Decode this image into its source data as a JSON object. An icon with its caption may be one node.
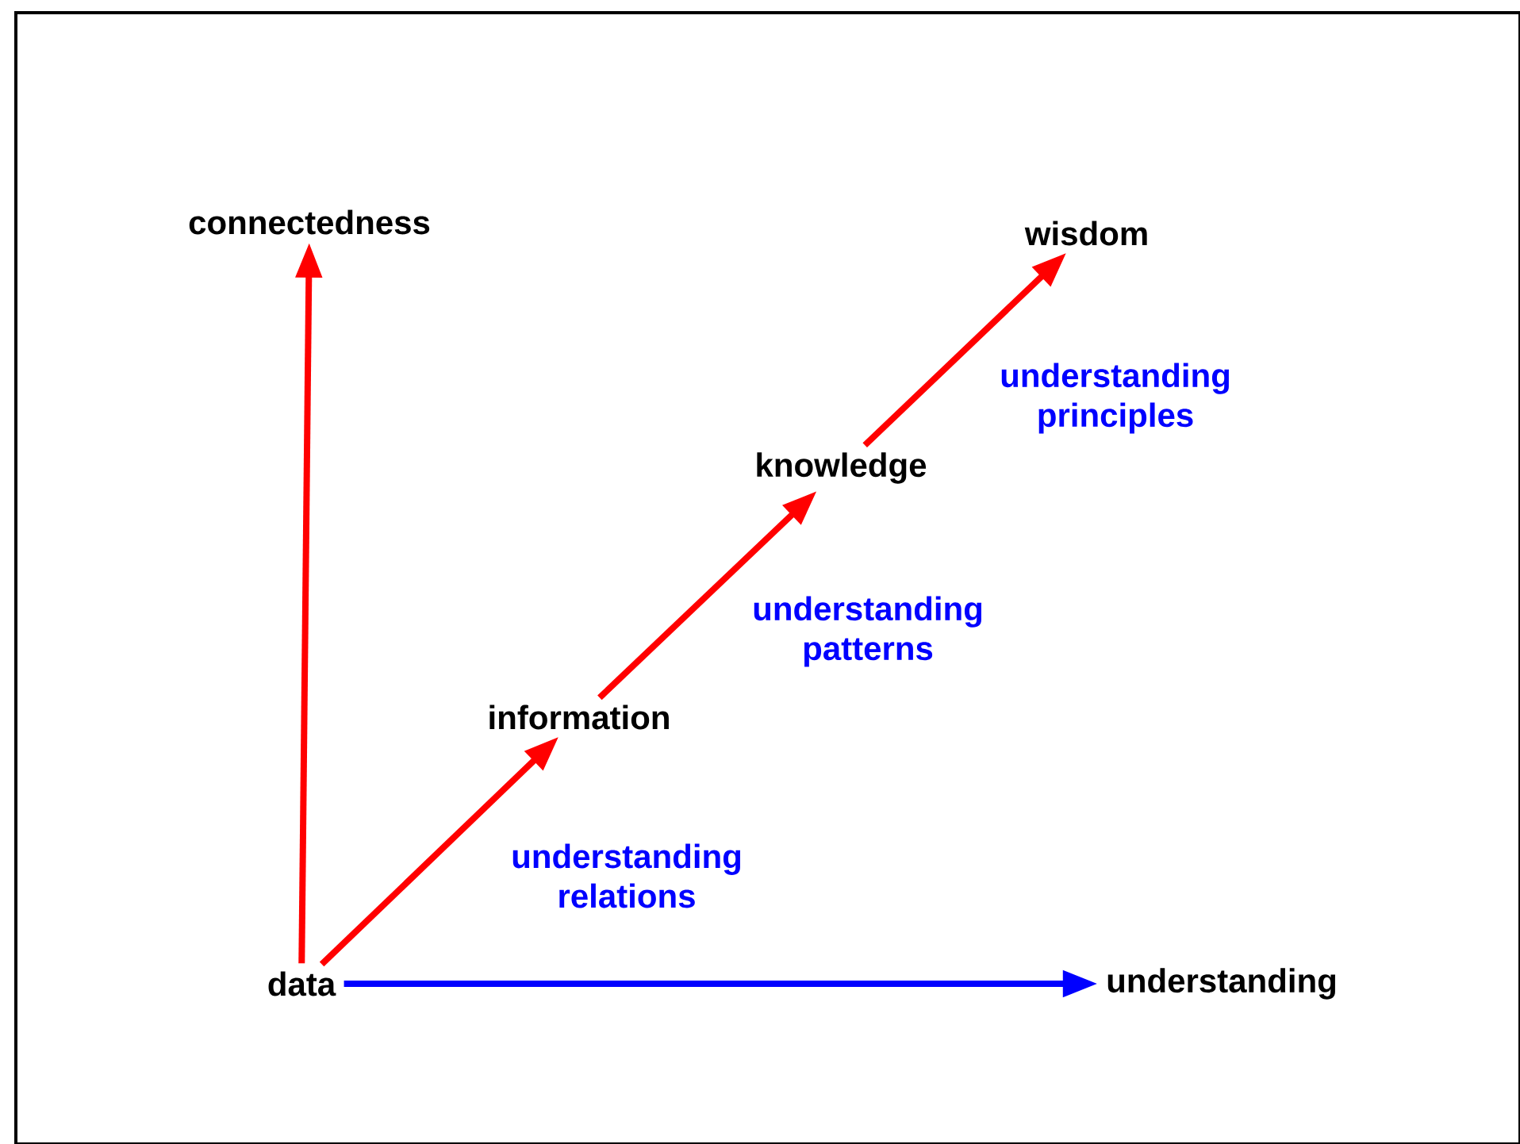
{
  "diagram": {
    "nodes": [
      {
        "text": [
          "connectedness"
        ]
      },
      {
        "text": [
          "wisdom"
        ]
      },
      {
        "text": [
          "knowledge"
        ]
      },
      {
        "text": [
          "information"
        ]
      },
      {
        "text": [
          "data"
        ]
      },
      {
        "text": [
          "understanding"
        ]
      }
    ],
    "edges": [
      {
        "from": 4,
        "to": 0,
        "arrow": "to"
      },
      {
        "from": 4,
        "to": 3,
        "arrow": "to",
        "label": "understanding relations"
      },
      {
        "from": 3,
        "to": 2,
        "arrow": "to",
        "label": "understanding patterns"
      },
      {
        "from": 2,
        "to": 1,
        "arrow": "to",
        "label": "understanding principles"
      },
      {
        "from": 4,
        "to": 5,
        "arrow": "to",
        "color": "#0000ff"
      }
    ]
  }
}
